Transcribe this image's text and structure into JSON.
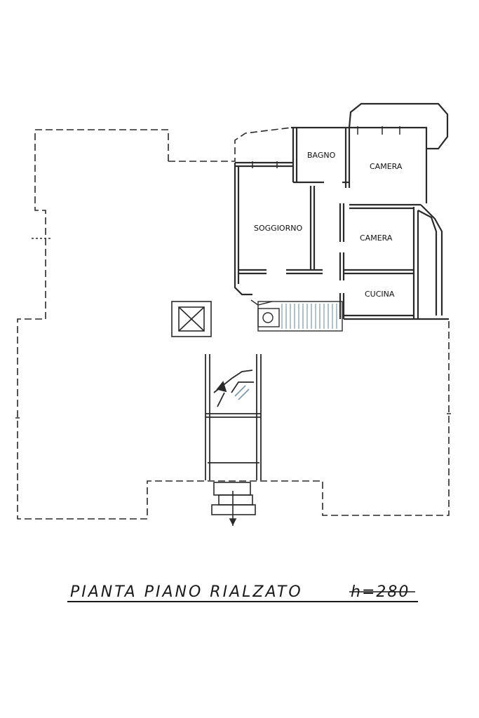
{
  "plan": {
    "rooms": {
      "bagno": "BAGNO",
      "camera_1": "CAMERA",
      "soggiorno": "SOGGIORNO",
      "camera_2": "CAMERA",
      "cucina": "CUCINA"
    },
    "title": {
      "main": "PIANTA PIANO RIALZATO",
      "height": "h=280"
    },
    "colors": {
      "ink": "#2a2a2a",
      "stair_tint": "#7f9aa8"
    }
  }
}
